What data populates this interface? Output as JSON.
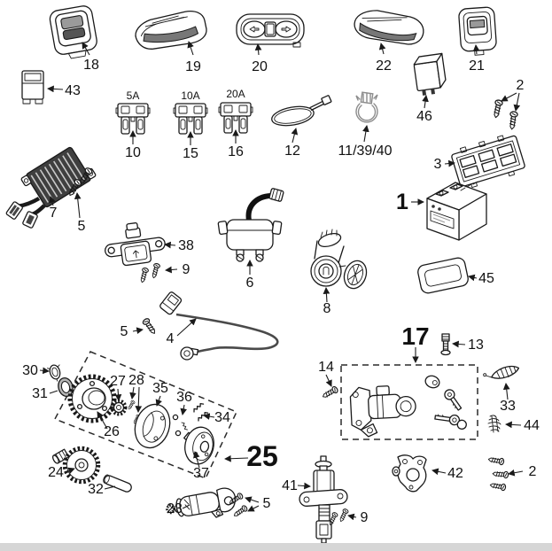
{
  "page": {
    "background": "#ffffff",
    "line_color": "#1a1a1a",
    "clamp_color": "#8c8c8c",
    "bottom_edge_color": "#d6d6d6"
  },
  "callouts": {
    "n18": "18",
    "n19": "19",
    "n20": "20",
    "n21": "21",
    "n22": "22",
    "n43": "43",
    "r5a": "5A",
    "r10a": "10A",
    "r20a": "20A",
    "n10": "10",
    "n15": "15",
    "n16": "16",
    "n12": "12",
    "n113940": "11/39/40",
    "n46": "46",
    "n2top": "2",
    "n3": "3",
    "n1": "1",
    "n7": "7",
    "n5mid": "5",
    "n38": "38",
    "n9mid": "9",
    "n6": "6",
    "n8": "8",
    "n45": "45",
    "n5cable": "5",
    "n4": "4",
    "n17": "17",
    "n13": "13",
    "n14": "14",
    "n33": "33",
    "n44": "44",
    "n2right": "2",
    "n30": "30",
    "n31": "31",
    "n26": "26",
    "n27": "27",
    "n28": "28",
    "n35": "35",
    "n36": "36",
    "n34": "34",
    "n37": "37",
    "n25": "25",
    "n24": "24",
    "n32": "32",
    "n23": "23",
    "n5bot": "5",
    "n41": "41",
    "n9bot": "9",
    "n42": "42"
  }
}
